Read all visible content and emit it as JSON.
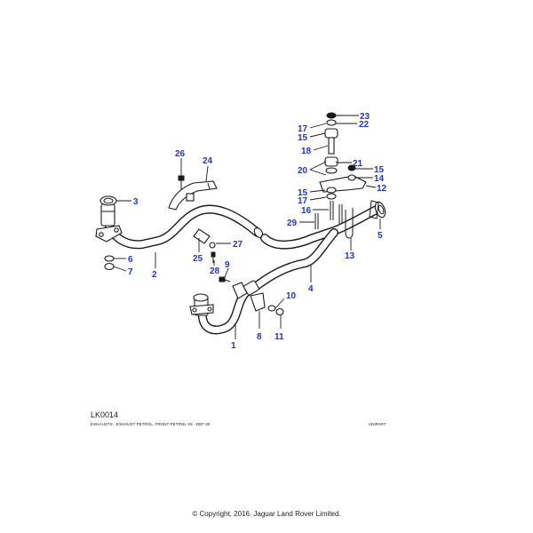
{
  "reference_code": "LK0014",
  "caption": "EXHAUSTS - EXHAUST PETROL, FRONT-PETROL V8 - DEF 90",
  "brand": "UNIPART",
  "copyright": "© Copyright, 2016. Jaguar Land Rover Limited.",
  "callouts": {
    "p1": "1",
    "p2": "2",
    "p3": "3",
    "p4": "4",
    "p5": "5",
    "p6": "6",
    "p7": "7",
    "p8": "8",
    "p9": "9",
    "p10": "10",
    "p11": "11",
    "p12": "12",
    "p13": "13",
    "p14": "14",
    "p15a": "15",
    "p15b": "15",
    "p15c": "15",
    "p16": "16",
    "p17a": "17",
    "p17b": "17",
    "p18": "18",
    "p20": "20",
    "p21": "21",
    "p22": "22",
    "p23": "23",
    "p24": "24",
    "p25": "25",
    "p26": "26",
    "p27": "27",
    "p28": "28",
    "p29": "29"
  },
  "colors": {
    "callout": "#1f35c8",
    "line": "#1a1a1a",
    "background": "#ffffff"
  }
}
